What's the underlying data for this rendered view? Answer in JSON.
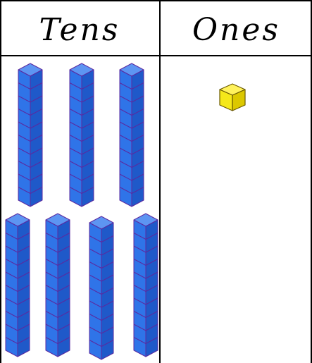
{
  "place_value_chart": {
    "headers": {
      "tens": "Tens",
      "ones": "Ones"
    },
    "tens_rods": 7,
    "ones_cubes": 1,
    "cubes_per_rod": 10,
    "colors": {
      "rod_front": "#2f74e8",
      "rod_side": "#1f59c9",
      "rod_top": "#5d95f2",
      "rod_outline": "#5a2aa0",
      "cube_front": "#f5e81a",
      "cube_side": "#dcc800",
      "cube_top": "#fff25c",
      "cube_outline": "#6b5a00"
    }
  }
}
